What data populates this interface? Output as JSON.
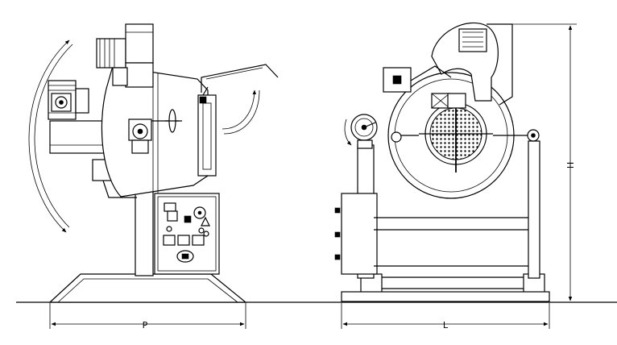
{
  "dimensions": {
    "P": "P",
    "L": "L",
    "H": "H"
  },
  "colors": {
    "line": "#000000",
    "background": "#ffffff"
  }
}
